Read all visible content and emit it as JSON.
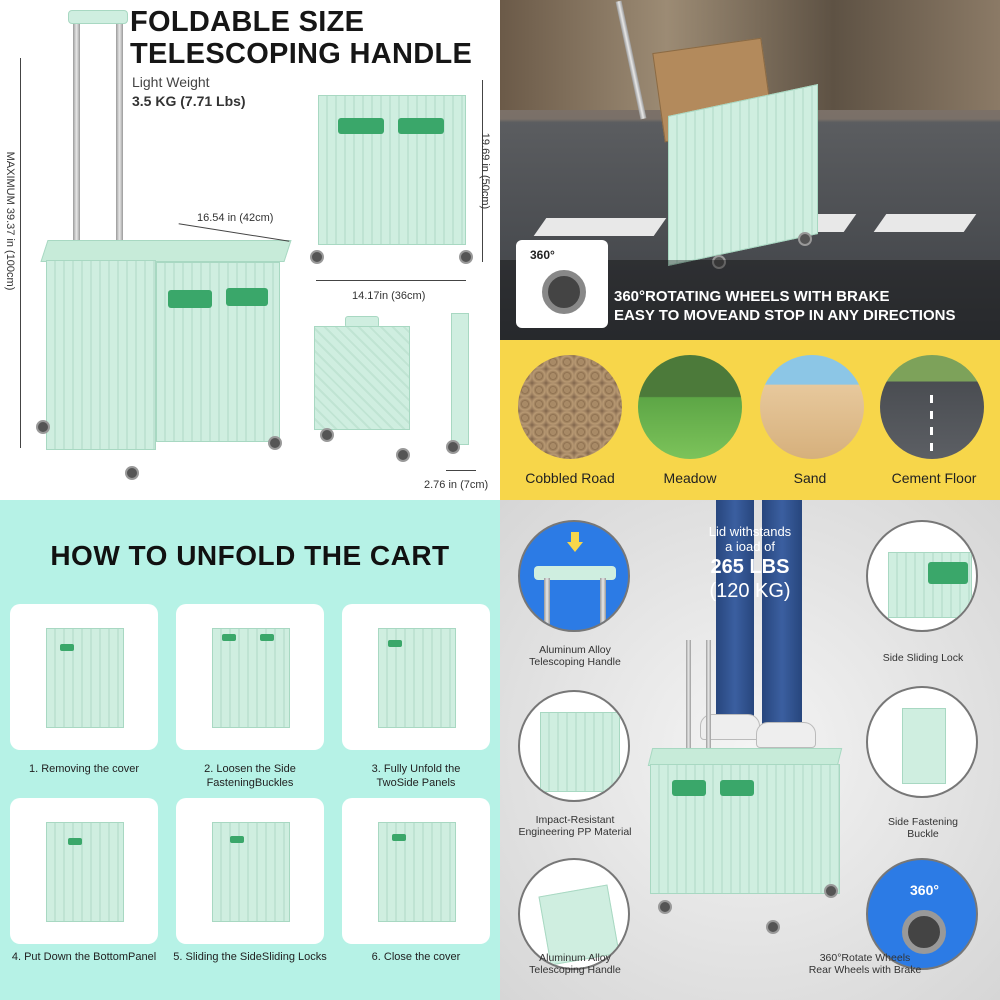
{
  "colors": {
    "mint": "#cfeee0",
    "green": "#3aa76a",
    "yellow": "#f7d64a",
    "aqua": "#b6f2e6",
    "blue": "#2c7be5"
  },
  "panel1": {
    "title_line1": "FOLDABLE SIZE",
    "title_line2": "TELESCOPING HANDLE",
    "weight_label": "Light Weight",
    "weight_value": "3.5 KG (7.71 Lbs)",
    "dim_height_max": "MAXIMUM 39.37 in (100cm)",
    "dim_depth": "16.54 in (42cm)",
    "dim_height": "19.69 in (50cm)",
    "dim_width": "14.17in (36cm)",
    "dim_folded": "2.76 in (7cm)"
  },
  "panel2": {
    "badge": "360°",
    "line1": "360°ROTATING WHEELS WITH BRAKE",
    "line2": "EASY TO MOVEAND STOP IN ANY DIRECTIONS"
  },
  "panel3": {
    "terrains": [
      "Cobbled Road",
      "Meadow",
      "Sand",
      "Cement Floor"
    ]
  },
  "panel4": {
    "title": "HOW TO UNFOLD THE CART",
    "steps": [
      {
        "l1": "1. Removing the cover",
        "l2": ""
      },
      {
        "l1": "2. Loosen the Side",
        "l2": "FasteningBuckles"
      },
      {
        "l1": "3. Fully Unfold the",
        "l2": "TwoSide Panels"
      },
      {
        "l1": "4. Put Down the BottomPanel",
        "l2": ""
      },
      {
        "l1": "5. Sliding the SideSliding Locks",
        "l2": ""
      },
      {
        "l1": "6. Close the cover",
        "l2": ""
      }
    ]
  },
  "panel5": {
    "lid_line1": "Lid withstands",
    "lid_line2": "a ioad of",
    "lid_load_lbs": "265 LBS",
    "lid_load_kg": "(120 KG)",
    "badge": "360°",
    "features": {
      "top_left": {
        "l1": "Aluminum Alloy",
        "l2": "Telescoping Handle"
      },
      "mid_left": {
        "l1": "Impact-Resistant",
        "l2": "Engineering PP Material"
      },
      "bottom_left": {
        "l1": "Aluminum Alloy",
        "l2": "Telescoping Handle"
      },
      "top_right": {
        "l1": "Side Sliding Lock",
        "l2": ""
      },
      "mid_right": {
        "l1": "Side Fastening",
        "l2": "Buckle"
      },
      "bottom_right": {
        "l1": "360°Rotate Wheels",
        "l2": "Rear Wheels with Brake"
      }
    }
  }
}
